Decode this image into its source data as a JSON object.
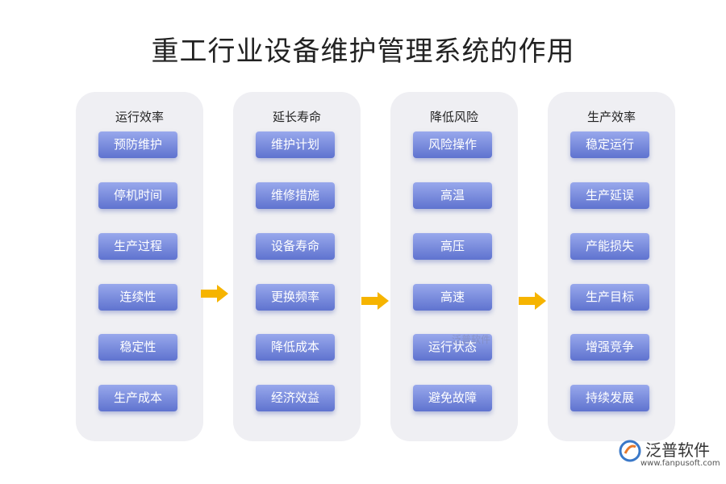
{
  "title": "重工行业设备维护管理系统的作用",
  "columns": [
    {
      "title": "运行效率",
      "items": [
        "预防维护",
        "停机时间",
        "生产过程",
        "连续性",
        "稳定性",
        "生产成本"
      ]
    },
    {
      "title": "延长寿命",
      "items": [
        "维护计划",
        "维修措施",
        "设备寿命",
        "更换频率",
        "降低成本",
        "经济效益"
      ]
    },
    {
      "title": "降低风险",
      "items": [
        "风险操作",
        "高温",
        "高压",
        "高速",
        "运行状态",
        "避免故障"
      ]
    },
    {
      "title": "生产效率",
      "items": [
        "稳定运行",
        "生产延误",
        "产能损失",
        "生产目标",
        "增强竞争",
        "持续发展"
      ]
    }
  ],
  "logo": {
    "name": "泛普软件",
    "url": "www.fanpusoft.com"
  },
  "watermark": "泛普软件",
  "colors": {
    "pill_top": "#98a8ec",
    "pill_bottom": "#5f73cf",
    "arrow": "#f6b400",
    "panel": "#efeff3"
  }
}
